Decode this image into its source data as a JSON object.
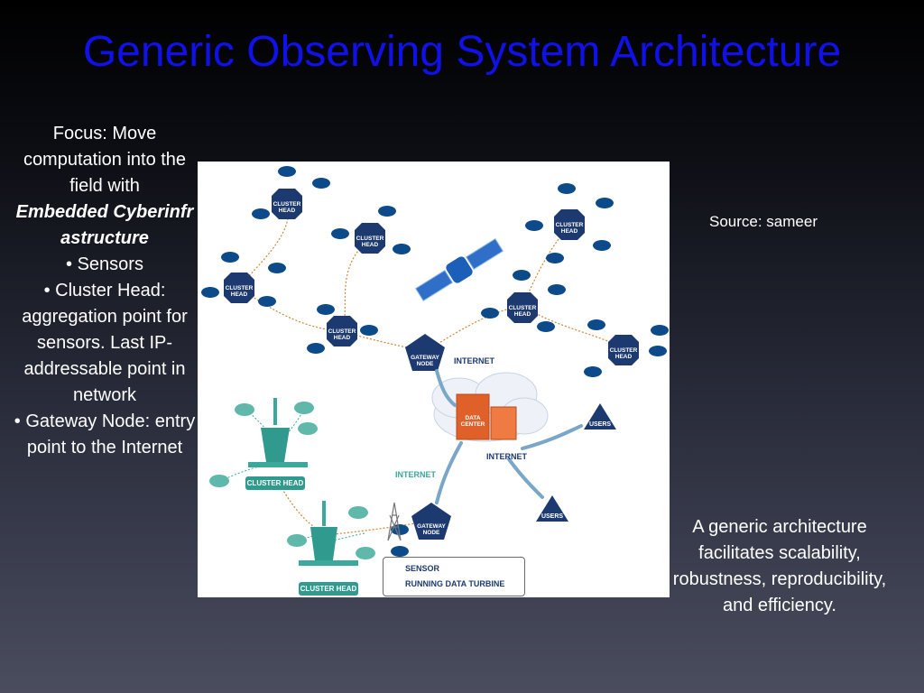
{
  "title": "Generic Observing System Architecture",
  "left": {
    "line1": "Focus:  Move computation into the field with",
    "emph": "Embedded Cyberinfrastructure",
    "bullets": [
      "•  Sensors",
      "•  Cluster Head: aggregation point for sensors.  Last IP-addressable point in network",
      "•  Gateway Node: entry point to the Internet"
    ]
  },
  "source": "Source: sameer",
  "right_note": "A generic architecture facilitates scalability, robustness, reproducibility, and efficiency.",
  "diagram": {
    "cluster_head": "CLUSTER HEAD",
    "gateway_node": "GATEWAY NODE",
    "internet": "INTERNET",
    "data_center": "DATA CENTER",
    "users": "USERS",
    "cluster_head_base": "CLUSTER HEAD",
    "legend": {
      "sensor": "SENSOR",
      "turbine": "RUNNING DATA TURBINE"
    }
  },
  "colors": {
    "title": "#1010e8",
    "sensor": "#0d4a8a",
    "node": "#1d3a70",
    "teal": "#3aa89a",
    "data_center": "#e0602a"
  }
}
